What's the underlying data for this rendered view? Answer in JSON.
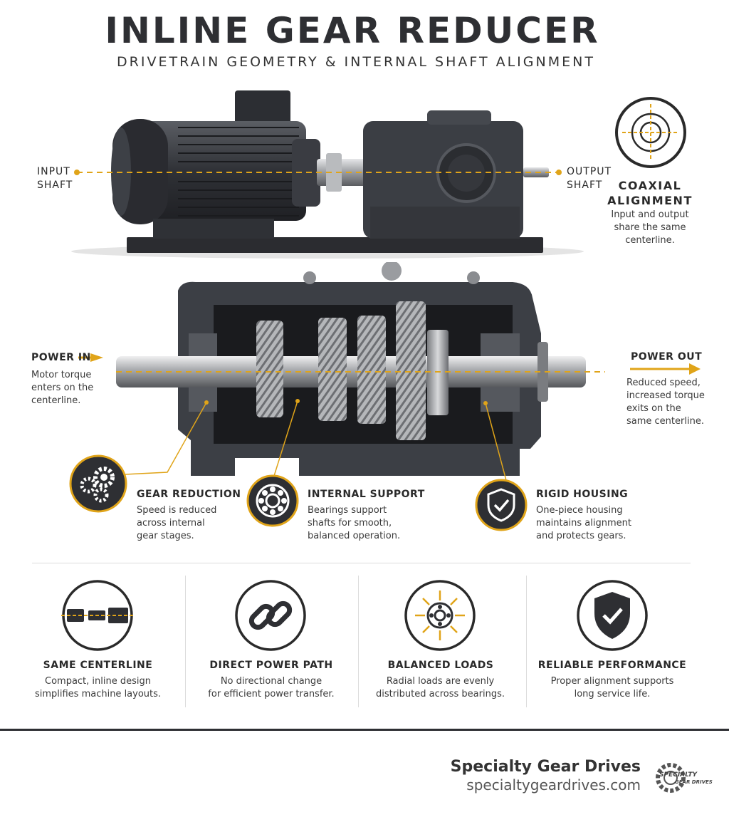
{
  "title": "INLINE GEAR REDUCER",
  "subtitle": "DRIVETRAIN GEOMETRY & INTERNAL SHAFT ALIGNMENT",
  "top_diagram": {
    "input_label": [
      "INPUT",
      "SHAFT"
    ],
    "output_label": [
      "OUTPUT",
      "SHAFT"
    ],
    "coaxial": {
      "icon": "crosshair-icon",
      "title": [
        "COAXIAL",
        "ALIGNMENT"
      ],
      "desc": [
        "Input and output",
        "share the same",
        "centerline."
      ]
    }
  },
  "cutaway": {
    "power_in": {
      "title": "POWER IN",
      "desc": [
        "Motor torque",
        "enters on the",
        "centerline."
      ]
    },
    "power_out": {
      "title": "POWER OUT",
      "desc": [
        "Reduced speed,",
        "increased torque",
        "exits on the",
        "same centerline."
      ]
    },
    "callouts": [
      {
        "icon": "gears-icon",
        "title": "GEAR REDUCTION",
        "desc": [
          "Speed is reduced",
          "across internal",
          "gear stages."
        ]
      },
      {
        "icon": "bearing-icon",
        "title": "INTERNAL SUPPORT",
        "desc": [
          "Bearings support",
          "shafts for smooth,",
          "balanced operation."
        ]
      },
      {
        "icon": "shield-check-icon",
        "title": "RIGID HOUSING",
        "desc": [
          "One-piece housing",
          "maintains alignment",
          "and protects gears."
        ]
      }
    ]
  },
  "features": [
    {
      "icon": "inline-centerline-icon",
      "title": "SAME CENTERLINE",
      "desc": [
        "Compact, inline design",
        "simplifies machine layouts."
      ]
    },
    {
      "icon": "chain-link-icon",
      "title": "DIRECT POWER PATH",
      "desc": [
        "No directional change",
        "for efficient power transfer."
      ]
    },
    {
      "icon": "radial-load-icon",
      "title": "BALANCED LOADS",
      "desc": [
        "Radial loads are evenly",
        "distributed across bearings."
      ]
    },
    {
      "icon": "shield-check-icon",
      "title": "RELIABLE PERFORMANCE",
      "desc": [
        "Proper alignment supports",
        "long service life."
      ]
    }
  ],
  "footer": {
    "brand": "Specialty Gear Drives",
    "url": "specialtygeardrives.com",
    "logo_text": [
      "SPECIALTY",
      "GEAR DRIVES"
    ]
  },
  "colors": {
    "accent": "#e0a419",
    "dark": "#2e2f33",
    "metal": "#3c3f45"
  }
}
